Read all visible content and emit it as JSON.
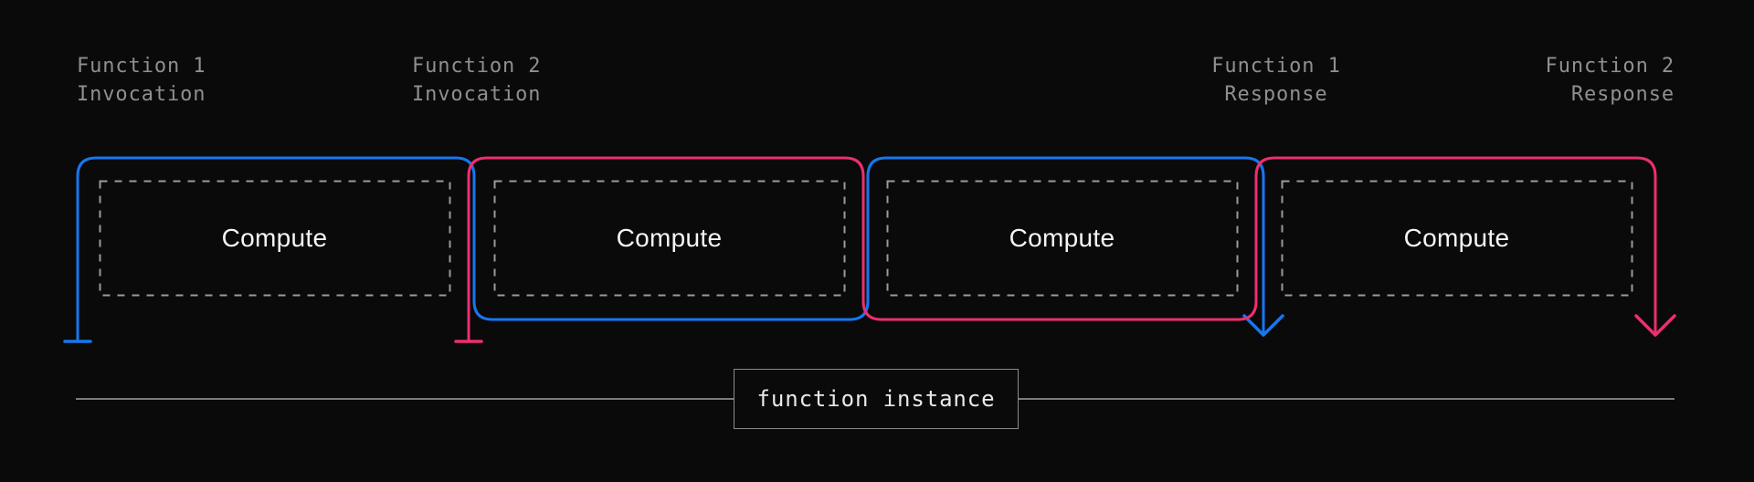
{
  "labels": {
    "function1_invocation": {
      "line1": "Function 1",
      "line2": "Invocation"
    },
    "function2_invocation": {
      "line1": "Function 2",
      "line2": "Invocation"
    },
    "function1_response": {
      "line1": "Function 1",
      "line2": "Response"
    },
    "function2_response": {
      "line1": "Function 2",
      "line2": "Response"
    }
  },
  "compute_boxes": [
    {
      "label": "Compute"
    },
    {
      "label": "Compute"
    },
    {
      "label": "Compute"
    },
    {
      "label": "Compute"
    }
  ],
  "timeline": {
    "instance_label": "function instance"
  },
  "colors": {
    "function1_blue": "#1677f0",
    "function2_pink": "#ee2e70",
    "dashed_border": "#9b9b9b",
    "label_gray": "#8f8f8f",
    "timeline_line": "#7a7a7a",
    "instance_border": "#8a8a8a",
    "compute_text": "#f5f5f5",
    "instance_text": "#e9e9e9",
    "background": "#0a0a0a"
  }
}
